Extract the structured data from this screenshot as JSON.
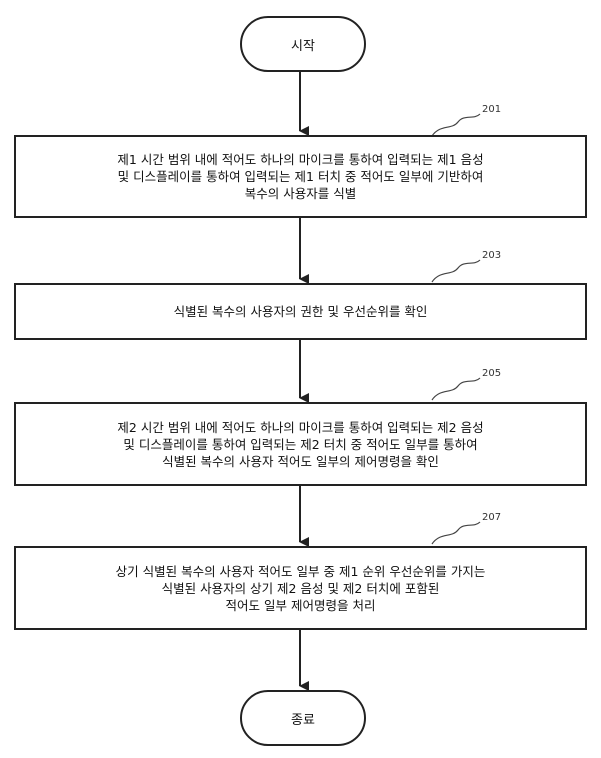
{
  "diagram": {
    "start_label": "시작",
    "end_label": "종료",
    "steps": [
      {
        "ref": "201",
        "lines": [
          "제1 시간 범위 내에 적어도 하나의 마이크를 통하여 입력되는 제1 음성",
          "및 디스플레이를 통하여 입력되는 제1 터치 중 적어도 일부에 기반하여",
          "복수의 사용자를 식별"
        ]
      },
      {
        "ref": "203",
        "lines": [
          "식별된 복수의 사용자의 권한 및 우선순위를 확인"
        ]
      },
      {
        "ref": "205",
        "lines": [
          "제2 시간 범위 내에 적어도 하나의 마이크를 통하여 입력되는 제2 음성",
          "및 디스플레이를 통하여 입력되는 제2 터치 중 적어도 일부를 통하여",
          "식별된 복수의 사용자 적어도 일부의 제어명령을 확인"
        ]
      },
      {
        "ref": "207",
        "lines": [
          "상기 식별된 복수의 사용자 적어도 일부 중 제1 순위 우선순위를 가지는",
          "식별된 사용자의 상기 제2 음성 및 제2 터치에 포함된",
          "적어도 일부 제어명령을 처리"
        ]
      }
    ]
  }
}
